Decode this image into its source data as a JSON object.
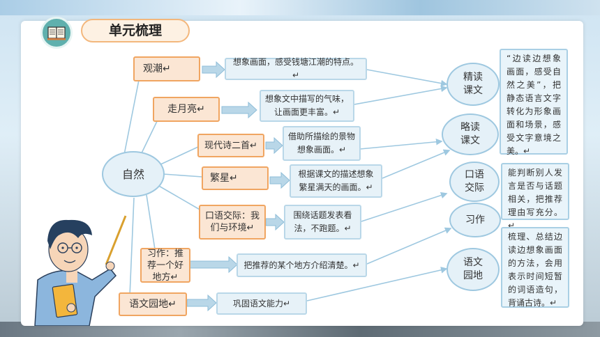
{
  "header": {
    "title": "单元梳理",
    "icon": "book-icon"
  },
  "center": {
    "label": "自然"
  },
  "lessons": [
    {
      "name": "观潮↵",
      "desc": "想象画面，感受钱塘江潮的特点。↵"
    },
    {
      "name": "走月亮↵",
      "desc": "想象文中描写的气味，让画面更丰富。↵"
    },
    {
      "name": "现代诗二首↵",
      "desc": "借助所描绘的景物想象画面。↵"
    },
    {
      "name": "繁星↵",
      "desc": "根据课文的描述想象繁星满天的画面。↵"
    },
    {
      "name": "口语交际：我们与环境↵",
      "desc": "围绕话题发表看法，不跑题。↵"
    },
    {
      "name": "习作：推荐一个好地方↵",
      "desc": "把推荐的某个地方介绍清楚。↵"
    },
    {
      "name": "语文园地↵",
      "desc": "巩固语文能力↵"
    }
  ],
  "categories": [
    {
      "label": "精读课文"
    },
    {
      "label": "略读课文"
    },
    {
      "label": "口语交际"
    },
    {
      "label": "习作"
    },
    {
      "label": "语文园地"
    }
  ],
  "aims": [
    {
      "text": "“边读边想象画面，感受自然之美”，把静态语言文字转化为形象画面和场景，感受文字意境之美。↵"
    },
    {
      "text": "能判断别人发言是否与话题相关，把推荐理由写充分。↵"
    },
    {
      "text": "梳理、总结边读边想象画面的方法，会用表示时间短暂的词语造句，背诵古诗。↵"
    }
  ],
  "colors": {
    "accent": "#f0a561",
    "connector": "#9ec8e0",
    "icon_bg": "#5fb0ad"
  }
}
